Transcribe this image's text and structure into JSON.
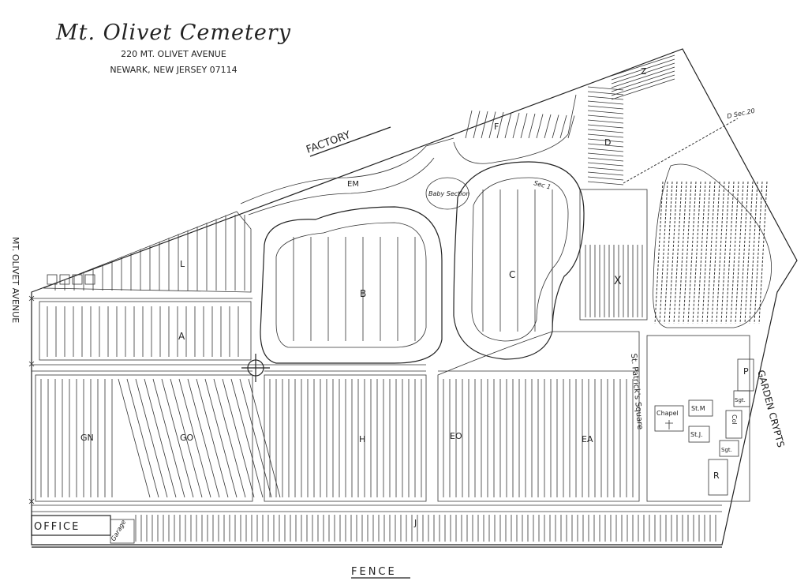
{
  "header": {
    "title": "Mt. Olivet Cemetery",
    "address_line1": "220 MT. OLIVET AVENUE",
    "address_line2": "NEWARK, NEW JERSEY 07114"
  },
  "streets": {
    "factory": "FACTORY",
    "avenue": "MT. OLIVET AVENUE",
    "fence": "FENCE",
    "office": "OFFICE",
    "garage": "Garage",
    "garden_crypts": "GARDEN CRYPTS",
    "st_patricks": "St. Patrick's Square"
  },
  "sections": {
    "A": "A",
    "B": "B",
    "C": "C",
    "D": "D",
    "F": "F",
    "L": "L",
    "X": "X",
    "Z": "Z",
    "EM": "EM",
    "GN": "GN",
    "GO": "GO",
    "H": "H",
    "EO": "EO",
    "EA": "EA",
    "J": "J",
    "P": "P",
    "R": "R",
    "sec1": "Sec 1",
    "sec20": "D Sec.20",
    "baby": "Baby Section"
  },
  "buildings": {
    "chapel": "Chapel",
    "st_m": "St.M",
    "st_j": "St.J.",
    "sgt_upper": "Sgt.",
    "col": "Col",
    "sgt_lower": "Sgt."
  }
}
